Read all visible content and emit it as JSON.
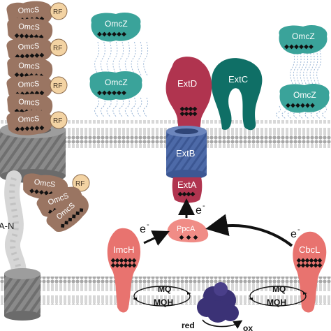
{
  "labels": {
    "omcs": "OmcS",
    "rf": "RF",
    "omcz": "OmcZ",
    "extd": "ExtD",
    "extc": "ExtC",
    "extb": "ExtB",
    "exta": "ExtA",
    "ppca": "PpcA",
    "imch": "ImcH",
    "cbcl": "CbcL",
    "mq": "MQ",
    "mqh": "MQH",
    "red": "red",
    "ox": "ox",
    "electron": "e",
    "electron_charge": "-",
    "pila_partial": "A-N"
  },
  "colors": {
    "omcs": "#9a7562",
    "rf": "#f3d3a3",
    "omcz": "#3aa39a",
    "extd": "#b0344f",
    "extc": "#0f6f66",
    "extb": "#4d6aa8",
    "exta": "#b0344f",
    "salmon": "#e8736f",
    "ppca": "#f08c86",
    "pore": "#7d7d7d",
    "membrane": "#9a9a9a",
    "complex": "#3b3276"
  }
}
